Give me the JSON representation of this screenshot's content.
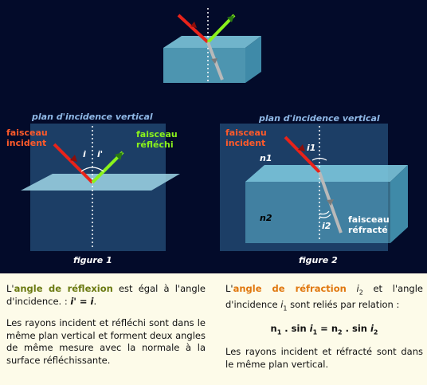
{
  "diagram": {
    "figure1": {
      "plane_label": "plan d'incidence vertical",
      "incident_label": [
        "faisceau",
        "incident"
      ],
      "reflected_label": [
        "faisceau",
        "réfléchi"
      ],
      "angle_i": "i",
      "angle_i_prime": "i'",
      "caption": "figure 1"
    },
    "figure2": {
      "plane_label": "plan d'incidence vertical",
      "incident_label": [
        "faisceau",
        "incident"
      ],
      "refracted_label": [
        "faisceau",
        "réfracté"
      ],
      "angle_i1": "i1",
      "angle_i2": "i2",
      "n1": "n1",
      "n2": "n2",
      "caption": "figure 2"
    }
  },
  "left": {
    "p1": {
      "pre": "L'",
      "hl": "angle de réflexion",
      "mid": " est égal à l'angle d'incidence. : ",
      "eq": "i' = i",
      "end": "."
    },
    "p2": "Les rayons incident et réfléchi sont dans le même plan vertical et forment deux angles de même mesure avec la normale à la surface réfléchissante."
  },
  "right": {
    "p1": {
      "pre": "L'",
      "hl": "angle de réfraction",
      "mid1": " et l'angle d'incidence ",
      "mid2": " sont reliés par relation :",
      "i2": "i",
      "i2_sub": "2",
      "i1": "i",
      "i1_sub": "1"
    },
    "formula": {
      "n1": "n",
      "n1_sub": "1",
      "dot1": " . sin ",
      "i1": "i",
      "i1_sub": "1",
      "eq": " = ",
      "n2": "n",
      "n2_sub": "2",
      "dot2": " . sin ",
      "i2": "i",
      "i2_sub": "2"
    },
    "p2": "Les rayons incident et réfracté sont dans le même plan vertical."
  },
  "colors": {
    "background": "#030b2a",
    "incident": "#e8231a",
    "reflected": "#8af21c",
    "refracted": "#b9b9b9",
    "plane": "#1c3e66",
    "block": "#5aaec8",
    "text_green": "#6b7a12",
    "text_orange": "#e0770e"
  }
}
